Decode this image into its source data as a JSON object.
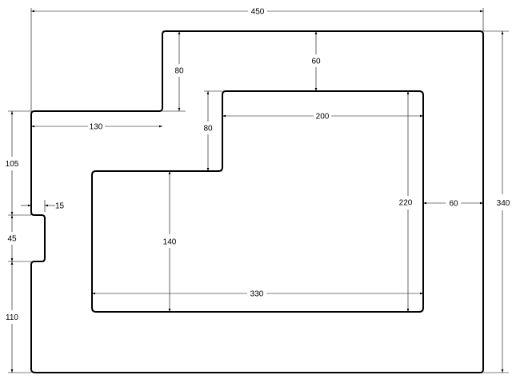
{
  "diagram": {
    "dimensions": {
      "overall_width": "450",
      "overall_height": "340",
      "top_notch_width": "130",
      "top_notch_depth": "80",
      "inner_top_gap": "60",
      "inner_step_depth": "80",
      "inner_top_width": "200",
      "inner_height": "220",
      "inner_right_gap": "60",
      "inner_left_height": "140",
      "inner_bottom_width": "330",
      "left_upper_height": "105",
      "tab_height": "45",
      "left_lower_height": "110",
      "tab_depth": "15"
    }
  }
}
